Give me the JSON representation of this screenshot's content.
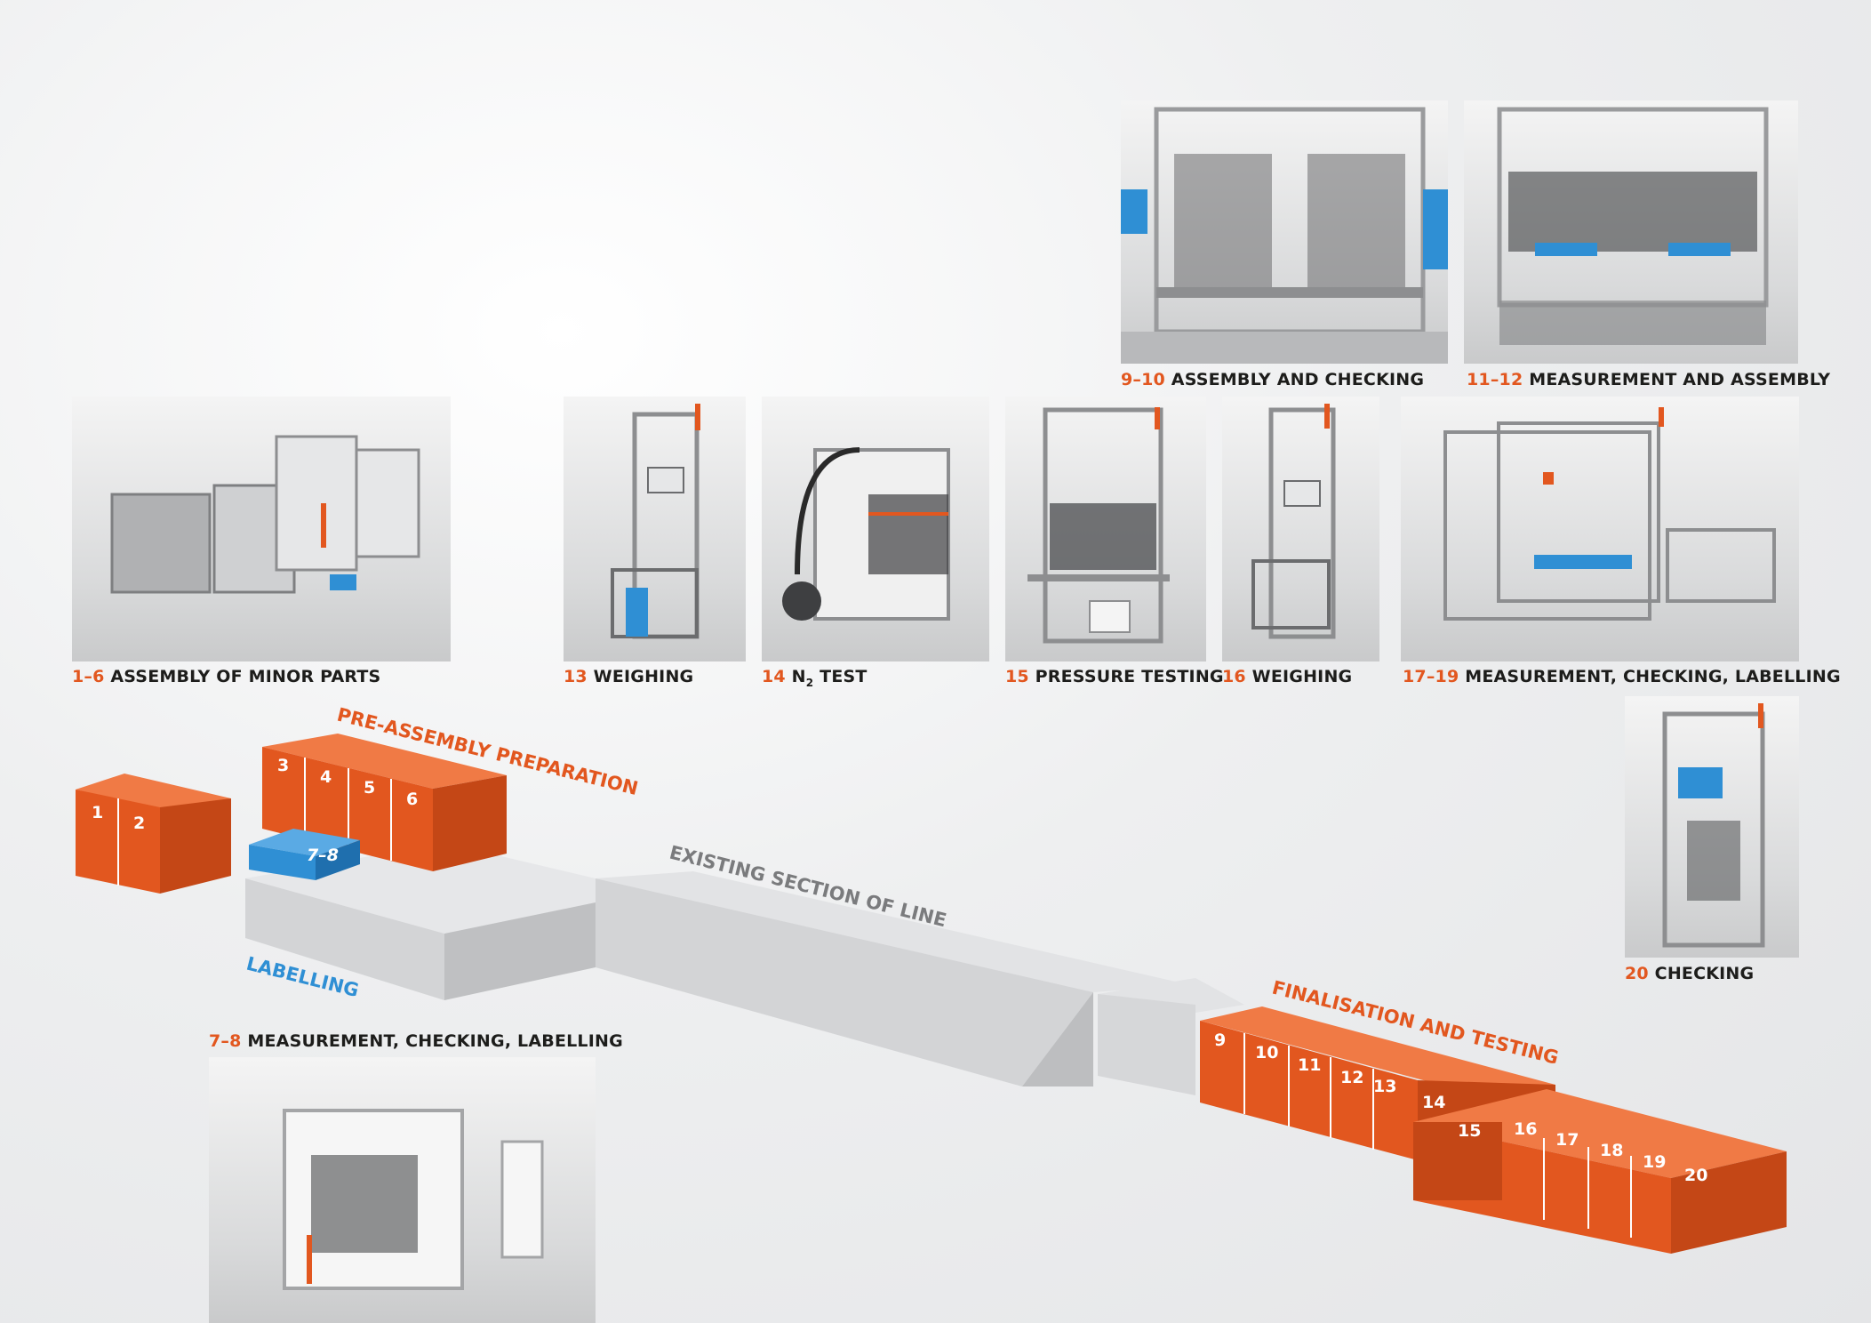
{
  "stations": [
    {
      "id": "s9",
      "number": "9–10",
      "title": "ASSEMBLY AND CHECKING",
      "photo": "9-10 assembly and checking station photo"
    },
    {
      "id": "s11",
      "number": "11–12",
      "title": "MEASUREMENT AND ASSEMBLY",
      "photo": "11-12 measurement and assembly station photo"
    },
    {
      "id": "s1",
      "number": "1–6",
      "title": "ASSEMBLY OF MINOR PARTS",
      "photo": "1-6 assembly of minor parts station photo"
    },
    {
      "id": "s13",
      "number": "13",
      "title": "WEIGHING",
      "photo": "13 weighing station photo"
    },
    {
      "id": "s14",
      "number": "14",
      "title_pre": "N",
      "title_sub": "2",
      "title_post": " TEST",
      "photo": "14 N2 test station photo"
    },
    {
      "id": "s15",
      "number": "15",
      "title": "PRESSURE TESTING",
      "photo": "15 pressure testing station photo"
    },
    {
      "id": "s16",
      "number": "16",
      "title": "WEIGHING",
      "photo": "16 weighing station photo"
    },
    {
      "id": "s17",
      "number": "17–19",
      "title": "MEASUREMENT, CHECKING, LABELLING",
      "photo": "17-19 measurement checking labelling station photo"
    },
    {
      "id": "s20",
      "number": "20",
      "title": "CHECKING",
      "photo": "20 checking station photo"
    },
    {
      "id": "s7",
      "number": "7–8",
      "title": "MEASUREMENT, CHECKING, LABELLING",
      "photo": "7-8 measurement checking labelling station photo"
    }
  ],
  "sections": {
    "pre_assembly": "PRE-ASSEMBLY PREPARATION",
    "labelling": "LABELLING",
    "existing": "EXISTING SECTION OF LINE",
    "finalisation": "FINALISATION AND TESTING"
  },
  "boxes": {
    "b1": "1",
    "b2": "2",
    "b3": "3",
    "b4": "4",
    "b5": "5",
    "b6": "6",
    "b78": "7–8",
    "b9": "9",
    "b10": "10",
    "b11": "11",
    "b12": "12",
    "b13": "13",
    "b14": "14",
    "b15": "15",
    "b16": "16",
    "b17": "17",
    "b18": "18",
    "b19": "19",
    "b20": "20"
  },
  "colors": {
    "accent_orange": "#e2571f",
    "orange_side": "#c44716",
    "labelling_blue": "#2f8fd4",
    "grey_box": "#d6d7d9",
    "caption_text": "#1d1d1b",
    "section_grey": "#7a7b7d"
  }
}
